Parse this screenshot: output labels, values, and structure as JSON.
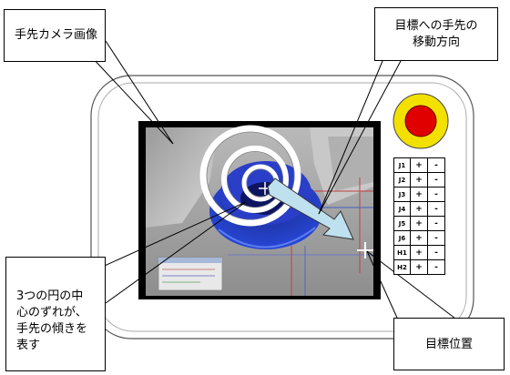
{
  "callouts": {
    "camera_image": "手先カメラ画像",
    "move_direction_line1": "目標への手先の",
    "move_direction_line2": "移動方向",
    "tilt_line1": "3つの円の中",
    "tilt_line2": "心のずれが、",
    "tilt_line3": "手先の傾きを",
    "tilt_line4": "表す",
    "target_position": "目標位置"
  },
  "jog_panel": {
    "rows": [
      {
        "joint": "J1",
        "plus": "+",
        "minus": "-"
      },
      {
        "joint": "J2",
        "plus": "+",
        "minus": "-"
      },
      {
        "joint": "J3",
        "plus": "+",
        "minus": "-"
      },
      {
        "joint": "J4",
        "plus": "+",
        "minus": "-"
      },
      {
        "joint": "J5",
        "plus": "+",
        "minus": "-"
      },
      {
        "joint": "J6",
        "plus": "+",
        "minus": "-"
      },
      {
        "joint": "H1",
        "plus": "+",
        "minus": "-"
      },
      {
        "joint": "H2",
        "plus": "+",
        "minus": "-"
      }
    ]
  },
  "colors": {
    "emergency_stop_outer": "#f2e100",
    "emergency_stop_inner": "#e00000",
    "direction_arrow": "#bfe0ee",
    "cup": "#1e3fbf"
  }
}
